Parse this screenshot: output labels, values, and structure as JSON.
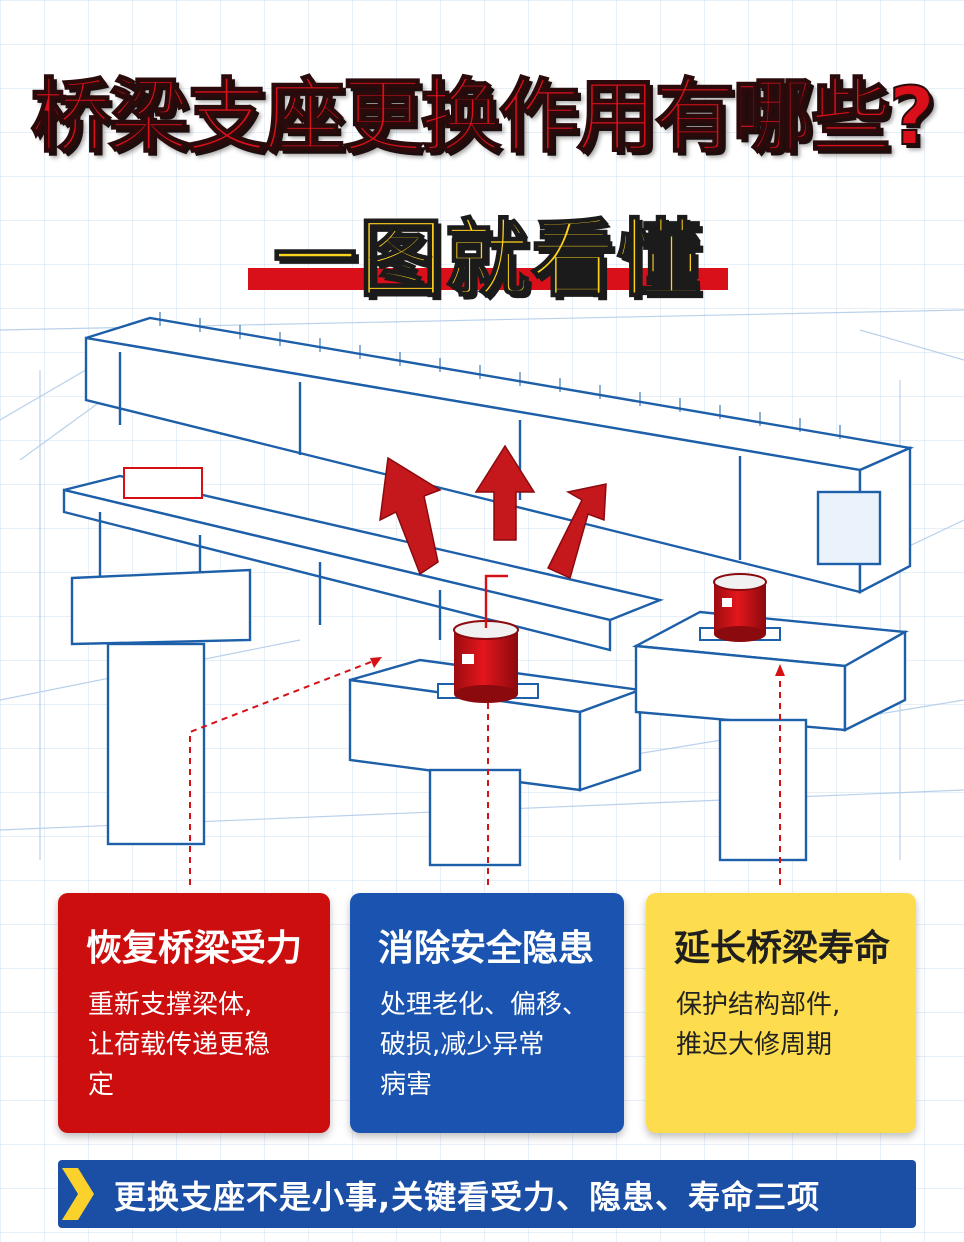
{
  "header": {
    "title": "桥梁支座更换作用有哪些?",
    "subtitle": "一图就看懂"
  },
  "cards": [
    {
      "title": "恢复桥梁受力",
      "lines": [
        "重新支撑梁体,",
        "让荷载传递更稳",
        "定"
      ],
      "color": "#cc0e0e"
    },
    {
      "title": "消除安全隐患",
      "lines": [
        "处理老化、偏移、",
        "破损,减少异常",
        "病害"
      ],
      "color": "#1a54b0"
    },
    {
      "title": "延长桥梁寿命",
      "lines": [
        "保护结构部件,",
        "推迟大修周期"
      ],
      "color": "#fddc4e"
    }
  ],
  "banner": {
    "text": "更换支座不是小事,关键看受力、隐患、寿命三项",
    "arrow_color": "#fbd12b"
  },
  "diagram": {
    "line_color": "#1d5fa8",
    "bearing_color": "#d51116",
    "arrow_color": "#c5181d",
    "icons": [
      "bridge-girder-icon",
      "pier-icon",
      "bearing-icon",
      "lift-arrow-icon"
    ]
  }
}
